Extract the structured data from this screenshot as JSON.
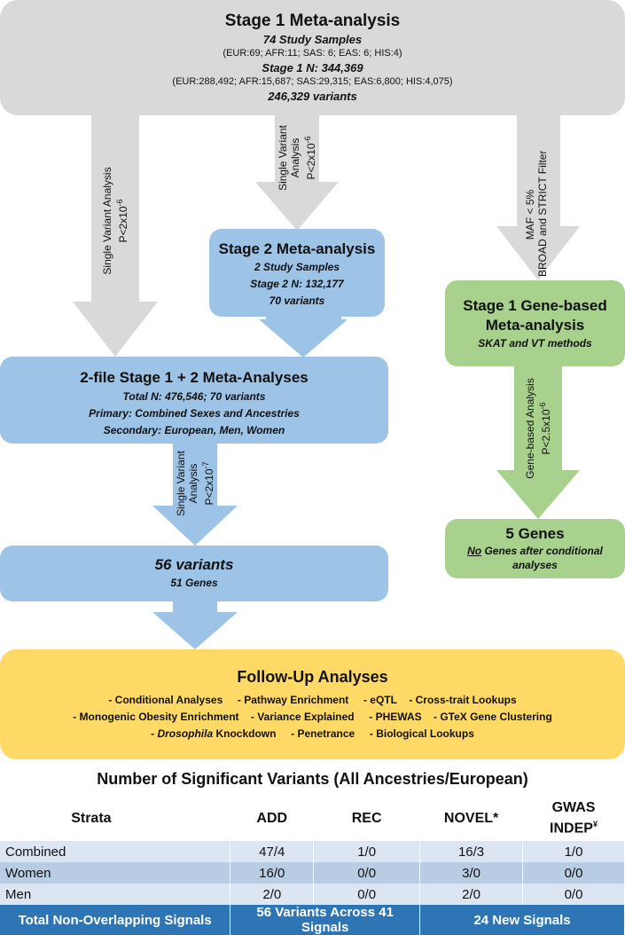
{
  "stage1": {
    "title": "Stage 1 Meta-analysis",
    "samples": "74 Study Samples",
    "samples_breakdown": "(EUR:69; AFR:11; SAS: 6; EAS: 6; HIS:4)",
    "n": "Stage 1 N: 344,369",
    "n_breakdown": "(EUR:288,492; AFR:15,687; SAS:29,315; EAS:6,800; HIS:4,075)",
    "variants": "246,329 variants"
  },
  "arrows": {
    "left": {
      "line1": "Single Variant Analysis",
      "line2": "P<2x10",
      "exp": "-6"
    },
    "middle": {
      "line1": "Single Variant",
      "line2": "Analysis",
      "line3": "P<2x10",
      "exp": "-6"
    },
    "right": {
      "line1": "MAF < 5%",
      "line2": "BROAD and STRICT Filter"
    },
    "center": {
      "line1": "Single Variant",
      "line2": "Analysis",
      "line3": "P<2x10",
      "exp": "-7"
    },
    "gene": {
      "line1": "Gene-based Analysis",
      "line2": "P<2.5x10",
      "exp": "-6"
    }
  },
  "stage2": {
    "title": "Stage 2 Meta-analysis",
    "samples": "2 Study Samples",
    "n": "Stage 2 N: 132,177",
    "variants": "70 variants"
  },
  "genebased": {
    "title_line1": "Stage 1 Gene-based",
    "title_line2": "Meta-analysis",
    "methods": "SKAT and VT methods"
  },
  "combined": {
    "title": "2-file Stage 1 + 2 Meta-Analyses",
    "total": "Total N: 476,546; 70 variants",
    "primary": "Primary: Combined Sexes and Ancestries",
    "secondary": "Secondary: European, Men, Women"
  },
  "genes5": {
    "title": "5 Genes",
    "no": "No",
    "rest1": " Genes after conditional",
    "rest2": "analyses"
  },
  "variants56": {
    "title": "56 variants",
    "genes": "51 Genes"
  },
  "followup": {
    "title": "Follow-Up Analyses",
    "row1": [
      "-  Conditional Analyses",
      "-  Pathway Enrichment",
      "-  eQTL",
      "-  Cross-trait Lookups"
    ],
    "row2": [
      "- Monogenic Obesity Enrichment",
      "-  Variance Explained",
      "-  PHEWAS",
      "-  GTeX Gene Clustering"
    ],
    "row3_pre": "- ",
    "row3_italic": "Drosophila",
    "row3_post": " Knockdown",
    "row3_rest": [
      "-  Penetrance",
      "-  Biological Lookups"
    ]
  },
  "table": {
    "title": "Number of Significant Variants (All Ancestries/European)",
    "headers": [
      "Strata",
      "ADD",
      "REC",
      "NOVEL*",
      "GWAS",
      "INDEP",
      "¥"
    ],
    "rows": [
      [
        "Combined",
        "47/4",
        "1/0",
        "16/3",
        "1/0"
      ],
      [
        "Women",
        "16/0",
        "0/0",
        "3/0",
        "0/0"
      ],
      [
        "Men",
        "2/0",
        "0/0",
        "2/0",
        "0/0"
      ]
    ],
    "total": [
      "Total Non-Overlapping Signals",
      "56 Variants Across 41 Signals",
      "24 New Signals"
    ]
  },
  "colors": {
    "gray": "#d9d9d9",
    "blue": "#9dc3e6",
    "green": "#a9d18e",
    "yellow": "#ffd966",
    "table_light": "#dce6f2",
    "table_mid": "#b8cce4",
    "table_dark": "#2e75b6"
  }
}
